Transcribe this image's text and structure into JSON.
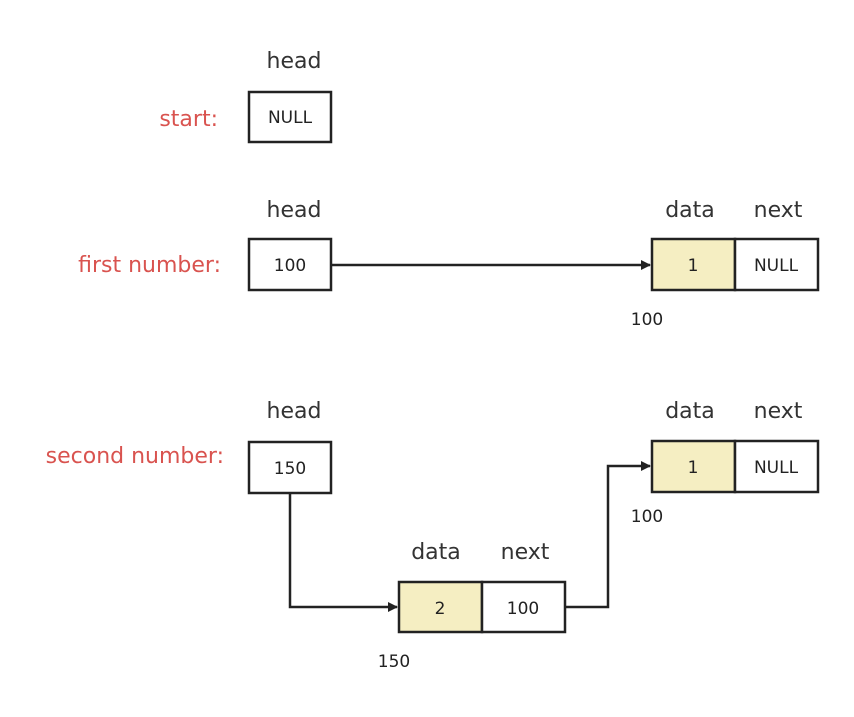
{
  "colors": {
    "label": "#d9534f",
    "text": "#333333",
    "data_fill": "#f5eec2",
    "stroke": "#222222"
  },
  "start": {
    "label": "start:",
    "head_header": "head",
    "head_value": "NULL"
  },
  "first": {
    "label": "first number:",
    "head_header": "head",
    "head_value": "100",
    "node": {
      "data_header": "data",
      "next_header": "next",
      "data": "1",
      "next": "NULL",
      "address": "100"
    }
  },
  "second": {
    "label": "second number:",
    "head_header": "head",
    "head_value": "150",
    "node_a": {
      "data_header": "data",
      "next_header": "next",
      "data": "2",
      "next": "100",
      "address": "150"
    },
    "node_b": {
      "data_header": "data",
      "next_header": "next",
      "data": "1",
      "next": "NULL",
      "address": "100"
    }
  }
}
